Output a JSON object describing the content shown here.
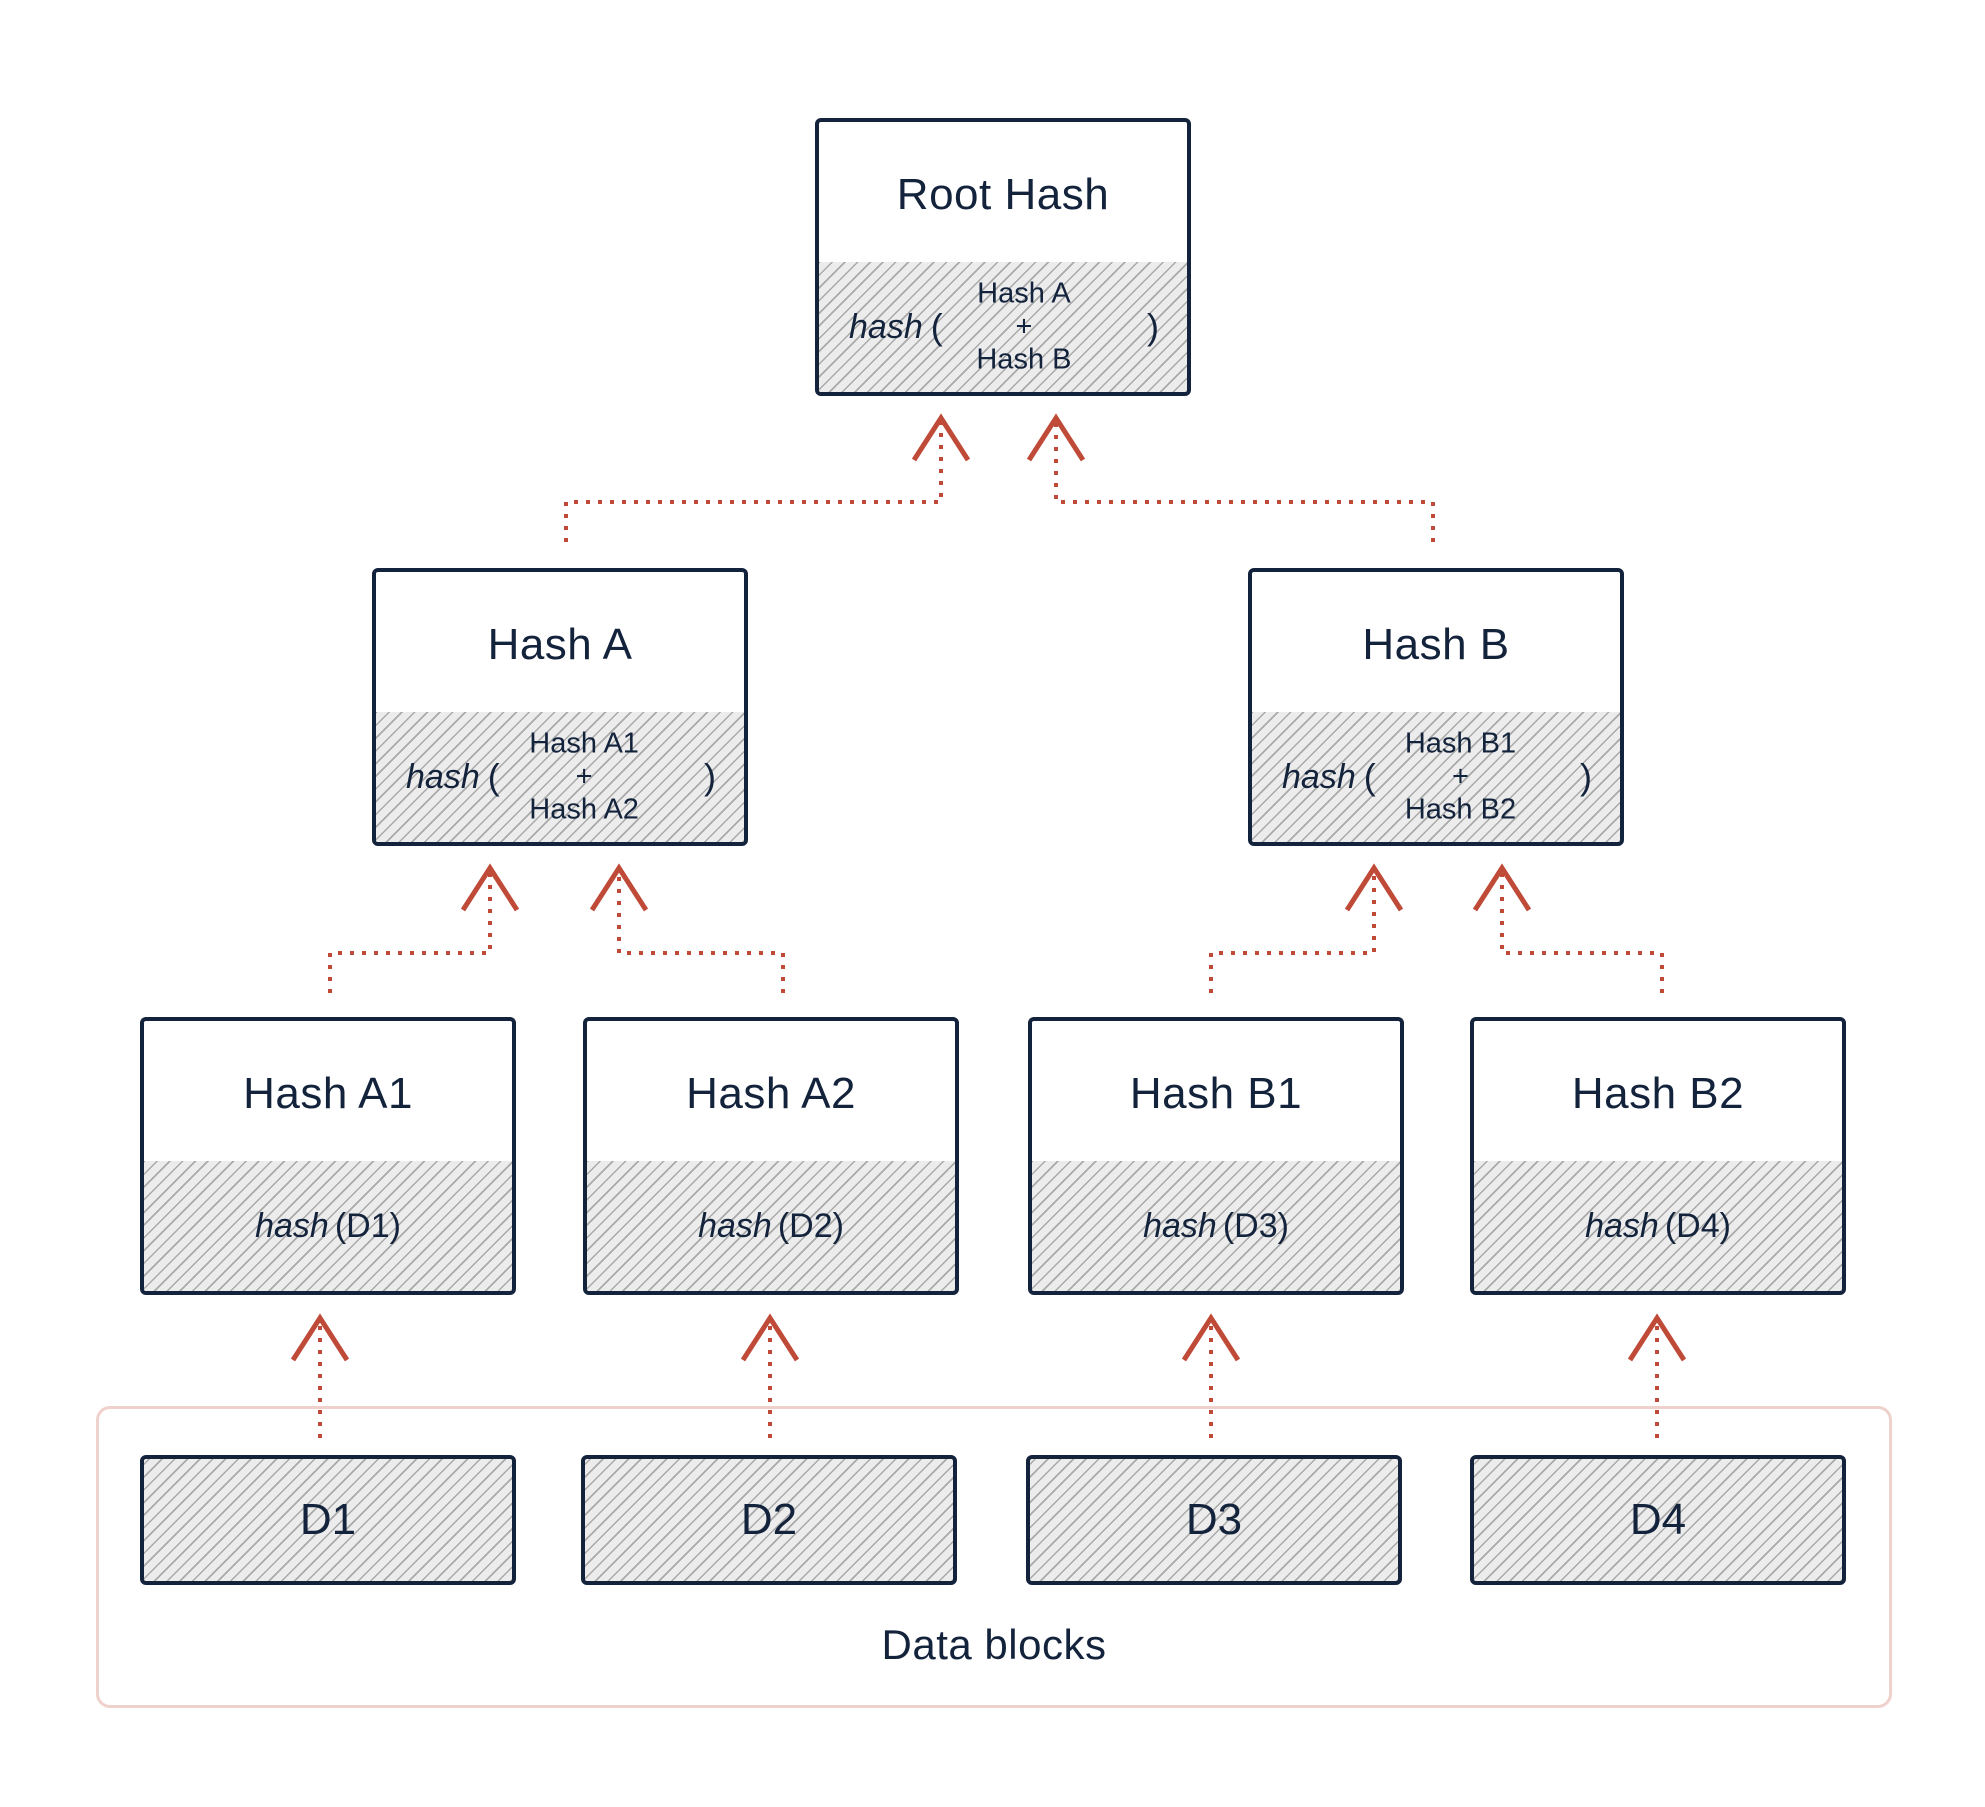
{
  "colors": {
    "box_border": "#14233c",
    "text": "#14233c",
    "arrow": "#c04a38",
    "group_border": "#efd1cc",
    "hatch": "#a9a9a9"
  },
  "root": {
    "title": "Root Hash",
    "fn": "hash",
    "open": "(",
    "close": ")",
    "top": "Hash A",
    "plus": "+",
    "bottom": "Hash B"
  },
  "hash_a": {
    "title": "Hash A",
    "fn": "hash",
    "open": "(",
    "close": ")",
    "top": "Hash A1",
    "plus": "+",
    "bottom": "Hash A2"
  },
  "hash_b": {
    "title": "Hash B",
    "fn": "hash",
    "open": "(",
    "close": ")",
    "top": "Hash B1",
    "plus": "+",
    "bottom": "Hash B2"
  },
  "leaves": [
    {
      "title": "Hash A1",
      "fn": "hash",
      "arg": "(D1)"
    },
    {
      "title": "Hash A2",
      "fn": "hash",
      "arg": "(D2)"
    },
    {
      "title": "Hash B1",
      "fn": "hash",
      "arg": "(D3)"
    },
    {
      "title": "Hash B2",
      "fn": "hash",
      "arg": "(D4)"
    }
  ],
  "data_blocks": {
    "items": [
      "D1",
      "D2",
      "D3",
      "D4"
    ],
    "label": "Data blocks"
  }
}
